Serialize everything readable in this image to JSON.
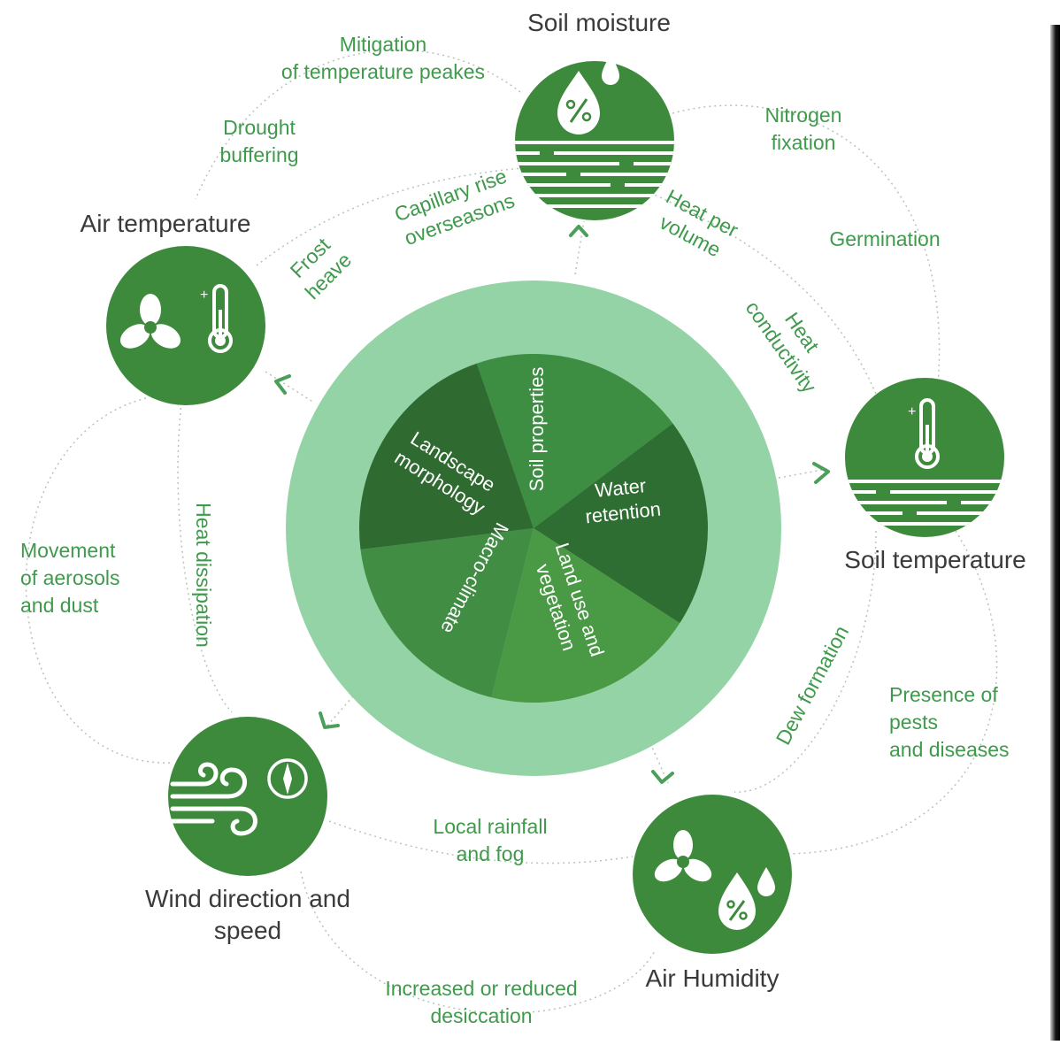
{
  "factors": {
    "soil_properties": "Soil properties",
    "water_retention": "Water retention",
    "land_use": "Land use and vegetation",
    "macro_climate": "Macro-climate",
    "landscape": "Landscape morphology"
  },
  "nodes": {
    "soil_moisture": "Soil moisture",
    "soil_temperature": "Soil temperature",
    "air_humidity": "Air Humidity",
    "wind": "Wind direction and speed",
    "air_temperature": "Air temperature"
  },
  "relations": {
    "mitigation": "Mitigation of temperature peakes",
    "drought": "Drought buffering",
    "capillary": "Capillary rise overseasons",
    "frost": "Frost heave",
    "heat_per_volume": "Heat per volume",
    "heat_conductivity": "Heat conductivity",
    "nitrogen": "Nitrogen fixation",
    "germination": "Germination",
    "dew": "Dew formation",
    "pests": "Presence of pests and diseases",
    "rainfall": "Local rainfall and fog",
    "desiccation": "Increased or reduced desiccation",
    "heat_dissipation": "Heat dissipation",
    "aerosols": "Movement of aerosols and dust"
  },
  "icons": {
    "soil_moisture": [
      "droplet-percent-icon",
      "water-drop-icon",
      "soil-layers-icon"
    ],
    "soil_temperature": [
      "thermometer-icon",
      "soil-layers-icon"
    ],
    "air_humidity": [
      "fan-icon",
      "droplet-percent-icon",
      "water-drop-icon"
    ],
    "wind": [
      "wind-icon",
      "compass-icon"
    ],
    "air_temperature": [
      "fan-icon",
      "thermometer-icon"
    ]
  },
  "colors": {
    "ring": "#93d3a6",
    "node": "#3d8a3c",
    "label_green": "#3f9a4c",
    "segments": [
      "#3d8d42",
      "#2f6e32",
      "#4a9a45",
      "#418d44",
      "#2f6b31"
    ]
  }
}
